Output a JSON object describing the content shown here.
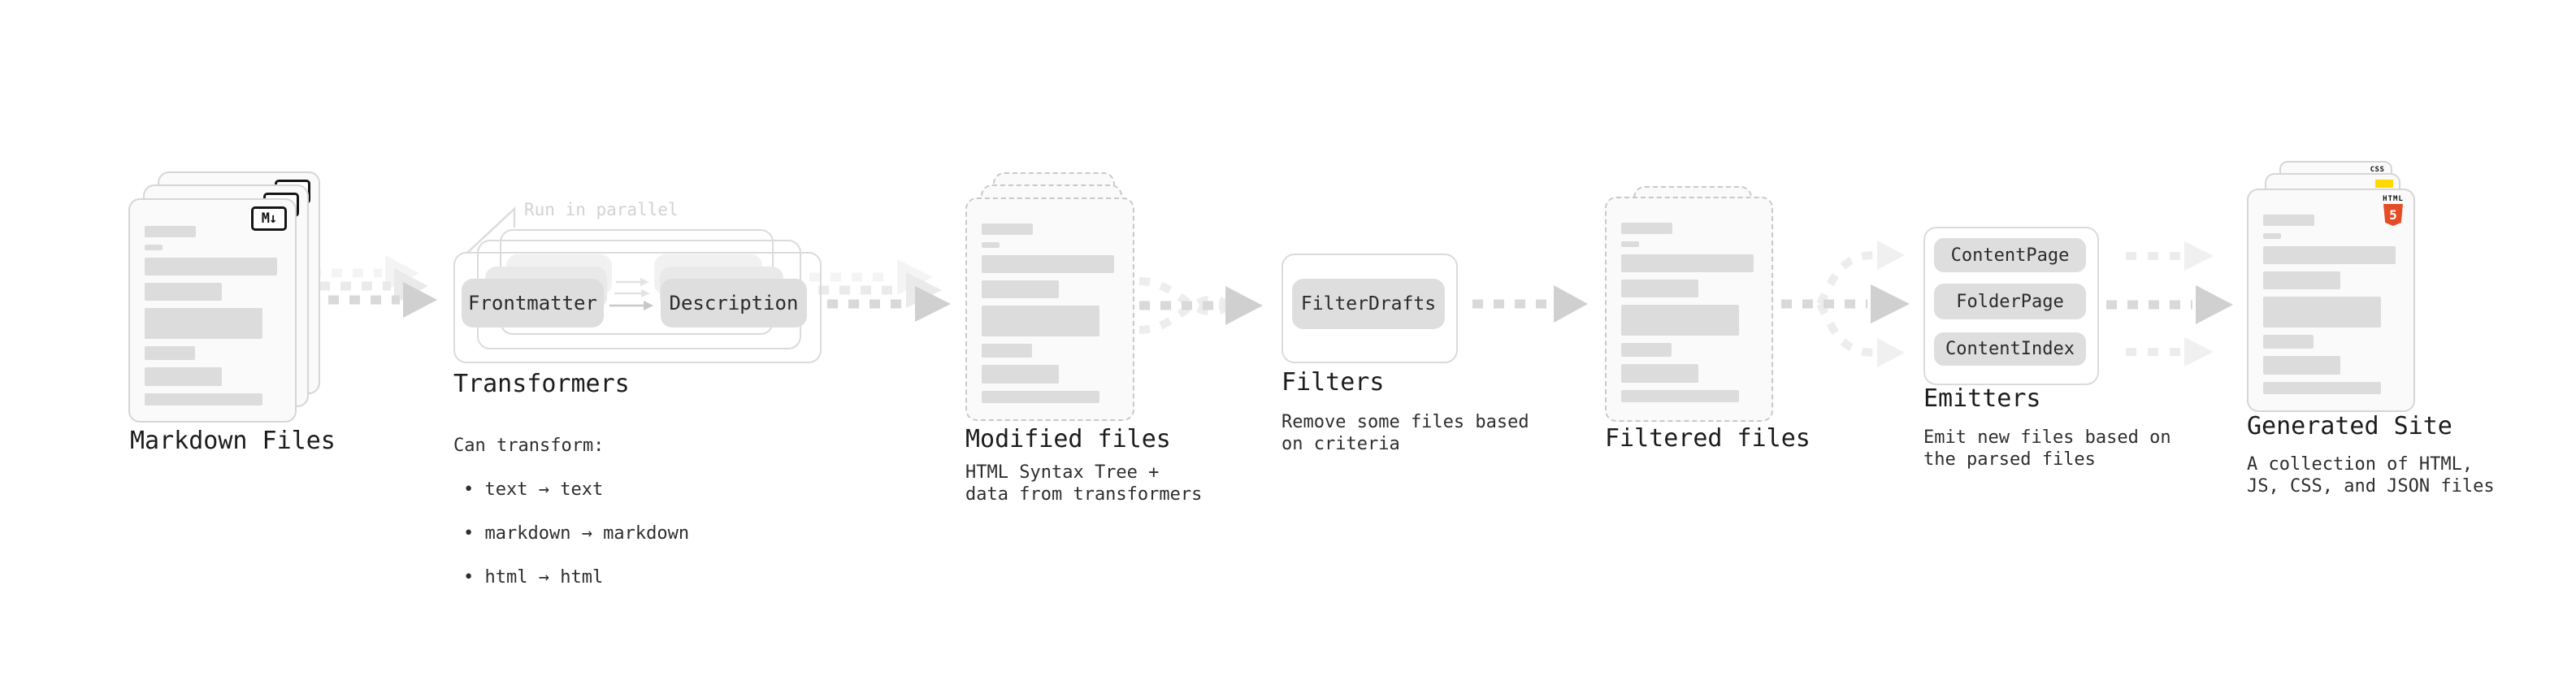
{
  "diagram": {
    "markdown": {
      "label": "Markdown Files",
      "badge": "M↓"
    },
    "transformers": {
      "label": "Transformers",
      "annotation": "Run in parallel",
      "pill_input": "Frontmatter",
      "pill_output": "Description",
      "caption_title": "Can transform:",
      "bullets": [
        "• text → text",
        "• markdown → markdown",
        "• html → html"
      ]
    },
    "modified": {
      "label": "Modified files",
      "caption": "HTML Syntax Tree +\ndata from transformers"
    },
    "filters": {
      "label": "Filters",
      "pill": "FilterDrafts",
      "caption": "Remove some files based\non criteria"
    },
    "filtered": {
      "label": "Filtered files"
    },
    "emitters": {
      "label": "Emitters",
      "pills": [
        "ContentPage",
        "FolderPage",
        "ContentIndex"
      ],
      "caption": "Emit new files based on\nthe parsed files"
    },
    "generated": {
      "label": "Generated Site",
      "caption": "A collection of HTML,\nJS, CSS, and JSON files",
      "badge_css": "CSS",
      "badge_html": "HTML",
      "badge_html_number": "5"
    },
    "colors": {
      "html5_orange": "#e44d26",
      "js_yellow": "#ffd900",
      "css_blue": "#2b5fe3",
      "arrow_gray": "#d0d0d0",
      "pill_gray": "#dedede"
    }
  }
}
